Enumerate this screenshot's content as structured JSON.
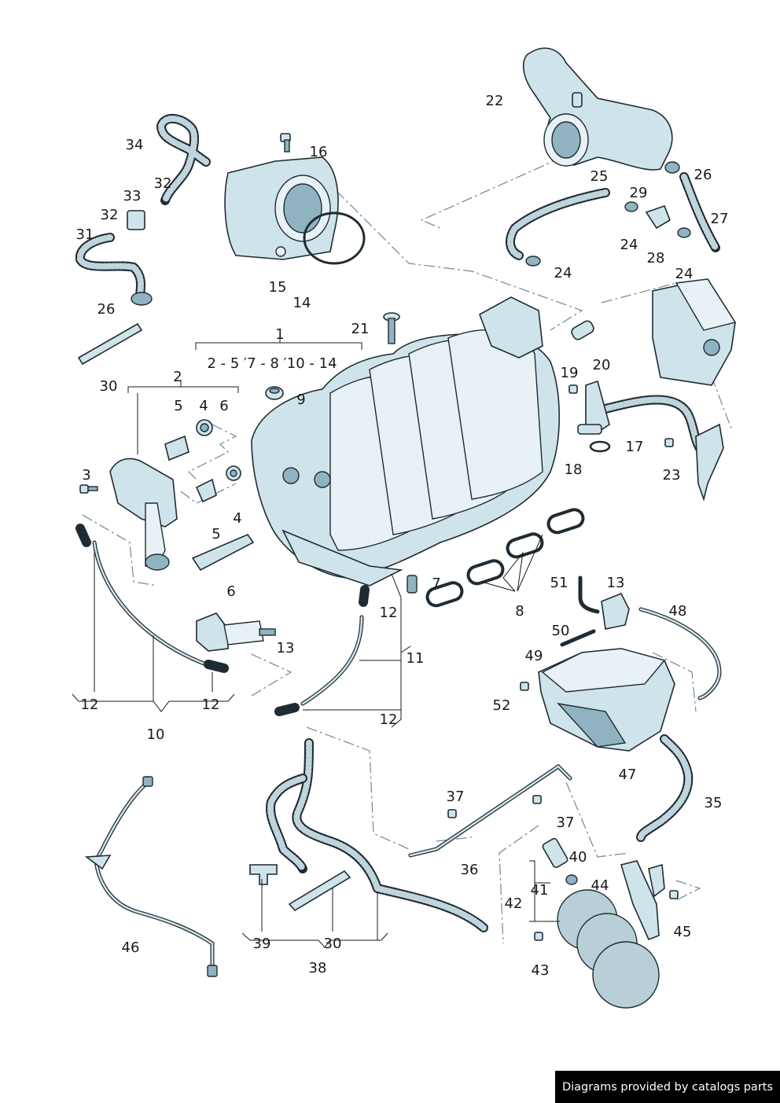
{
  "callouts": {
    "c1": "1",
    "c1_range": "2 - 5  ′7 - 8  ′10 - 14",
    "c2": "2",
    "c3": "3",
    "c4a": "4",
    "c4b": "4",
    "c5a": "5",
    "c5b": "5",
    "c6a": "6",
    "c6b": "6",
    "c7": "7",
    "c8": "8",
    "c9": "9",
    "c10": "10",
    "c11": "11",
    "c12a": "12",
    "c12b": "12",
    "c12c": "12",
    "c12d": "12",
    "c13a": "13",
    "c13b": "13",
    "c14": "14",
    "c15": "15",
    "c16": "16",
    "c17": "17",
    "c18": "18",
    "c19": "19",
    "c20": "20",
    "c21": "21",
    "c22": "22",
    "c23": "23",
    "c24a": "24",
    "c24b": "24",
    "c24c": "24",
    "c25": "25",
    "c26a": "26",
    "c26b": "26",
    "c27": "27",
    "c28": "28",
    "c29": "29",
    "c30a": "30",
    "c30b": "30",
    "c31": "31",
    "c32a": "32",
    "c32b": "32",
    "c33": "33",
    "c34": "34",
    "c35": "35",
    "c36": "36",
    "c37a": "37",
    "c37b": "37",
    "c38": "38",
    "c39": "39",
    "c40": "40",
    "c41": "41",
    "c42": "42",
    "c43": "43",
    "c44": "44",
    "c45": "45",
    "c46": "46",
    "c47": "47",
    "c48": "48",
    "c49": "49",
    "c50": "50",
    "c51": "51",
    "c52": "52"
  },
  "credit": "Diagrams provided by catalogs parts"
}
